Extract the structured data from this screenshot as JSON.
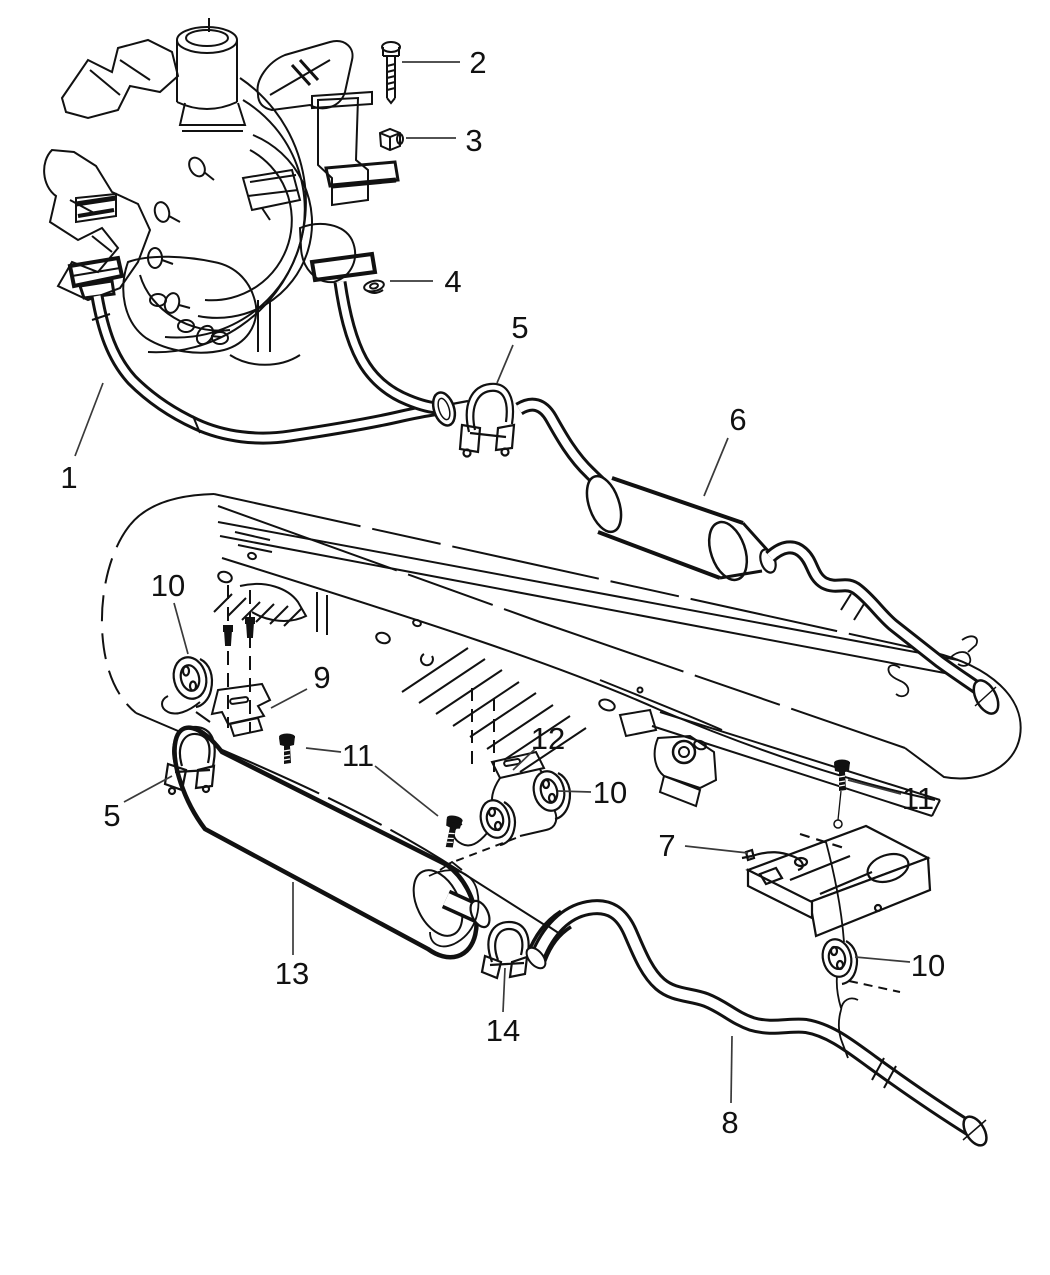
{
  "diagram": {
    "type": "exploded-parts-line-diagram",
    "subject": "exhaust-system",
    "background": "#ffffff",
    "line_color": "#111111",
    "leader_color": "#3a3a3a",
    "callouts": [
      {
        "label": "2"
      },
      {
        "label": "3"
      },
      {
        "label": "4"
      },
      {
        "label": "5"
      },
      {
        "label": "6"
      },
      {
        "label": "1"
      },
      {
        "label": "10"
      },
      {
        "label": "9"
      },
      {
        "label": "11"
      },
      {
        "label": "12"
      },
      {
        "label": "10"
      },
      {
        "label": "5"
      },
      {
        "label": "7"
      },
      {
        "label": "11"
      },
      {
        "label": "13"
      },
      {
        "label": "14"
      },
      {
        "label": "10"
      },
      {
        "label": "8"
      }
    ]
  }
}
